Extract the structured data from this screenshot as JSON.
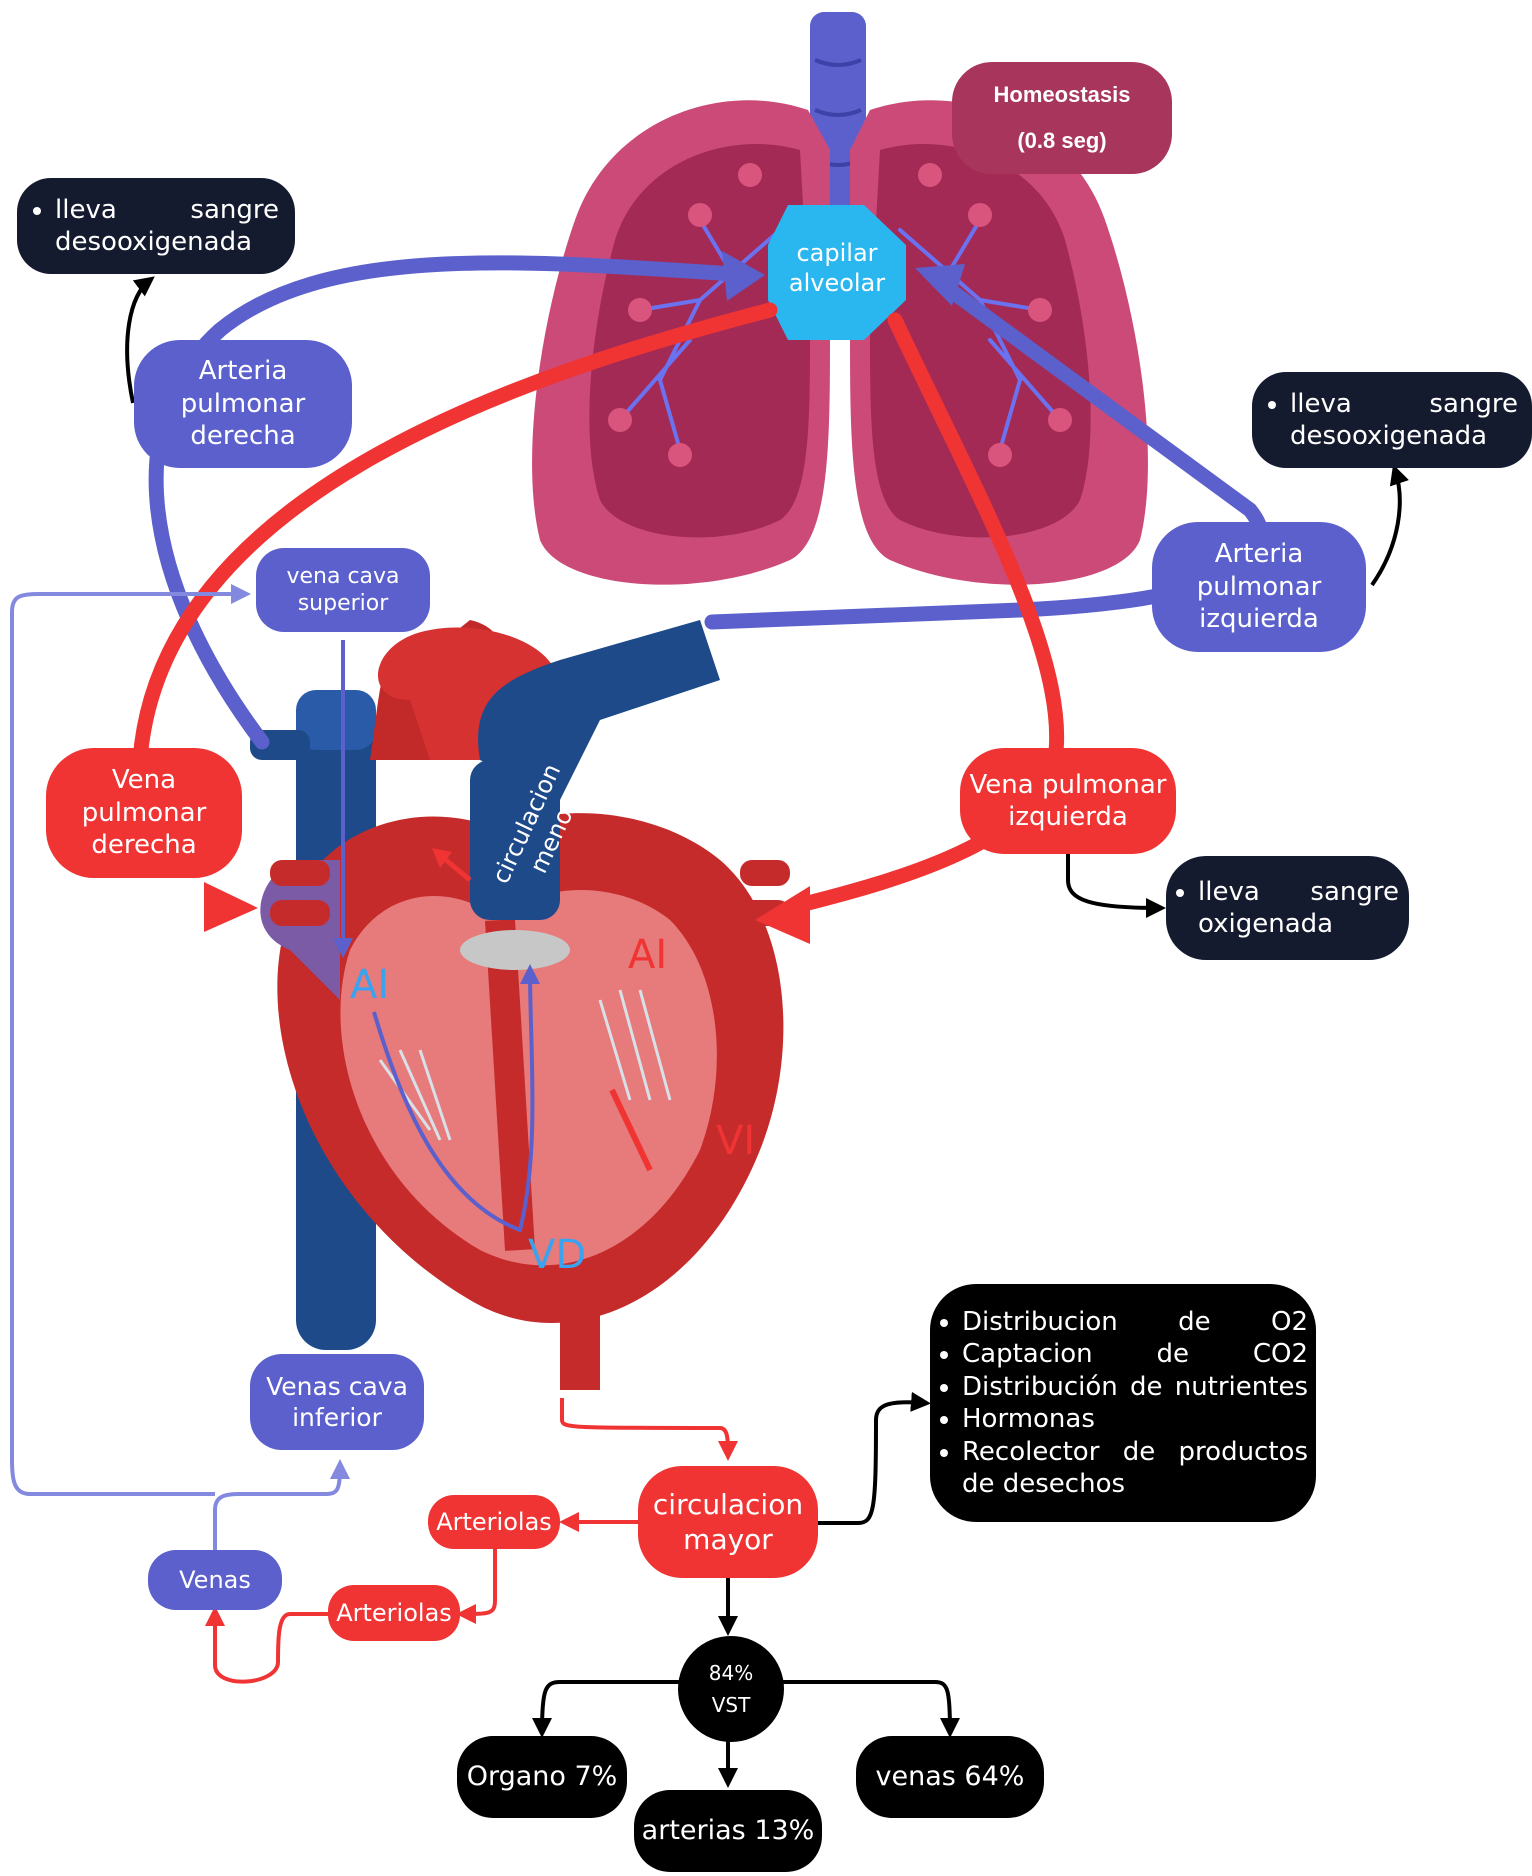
{
  "header": {
    "homeostasis": "Homeostasis",
    "homeostasis_time": "(0.8 seg)"
  },
  "lungs": {
    "hub": "capilar alveolar"
  },
  "left_top_note": "lleva sangre desooxigenada",
  "right_top_note": "lleva sangre desooxigenada",
  "right_mid_note": "lleva sangre oxigenada",
  "arteria_pulmonar_derecha": "Arteria pulmonar derecha",
  "arteria_pulmonar_izquierda": "Arteria pulmonar izquierda",
  "vena_pulmonar_derecha": "Vena pulmonar derecha",
  "vena_pulmonar_izquierda": "Vena pulmonar izquierda",
  "vena_cava_superior": "vena cava superior",
  "venas_cava_inferior": "Venas cava inferior",
  "heart_labels": {
    "circulacion_menor": "circulacion menor",
    "ai_left": "AI",
    "ai_right": "AI",
    "vi": "VI",
    "vd": "VD"
  },
  "circulacion_mayor": "circulacion mayor",
  "functions": [
    "Distribucion de O2",
    "Captacion de CO2",
    "Distribución de nutrientes",
    "Hormonas",
    "Recolector de productos de desechos"
  ],
  "arteriolas_1": "Arteriolas",
  "arteriolas_2": "Arteriolas",
  "venas": "Venas",
  "vst": {
    "percent": "84%",
    "label": "VST"
  },
  "distribution": {
    "organo": "Organo 7%",
    "arterias": "arterias 13%",
    "venas": "venas 64%"
  },
  "colors": {
    "blue": "#5b60cc",
    "light_blue": "#8489e0",
    "red": "#f03434",
    "navy": "#151b2e",
    "maroon": "#a8355b",
    "black": "#000000",
    "cyan": "#2ab7f0"
  }
}
